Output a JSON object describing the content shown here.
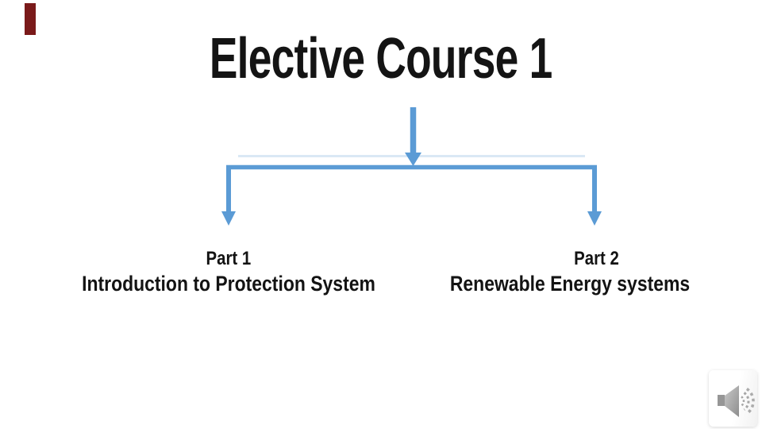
{
  "slide": {
    "title": "Elective Course 1",
    "colors": {
      "connector": "#5b9bd5",
      "accent_bar": "#7a1a1a",
      "text": "#131313",
      "speaker_gray": "#9a9a9a"
    },
    "branches": [
      {
        "label": "Part 1",
        "title": "Introduction to Protection System"
      },
      {
        "label": "Part 2",
        "title": "Renewable Energy systems"
      }
    ],
    "audio": {
      "icon": "speaker-icon"
    }
  }
}
